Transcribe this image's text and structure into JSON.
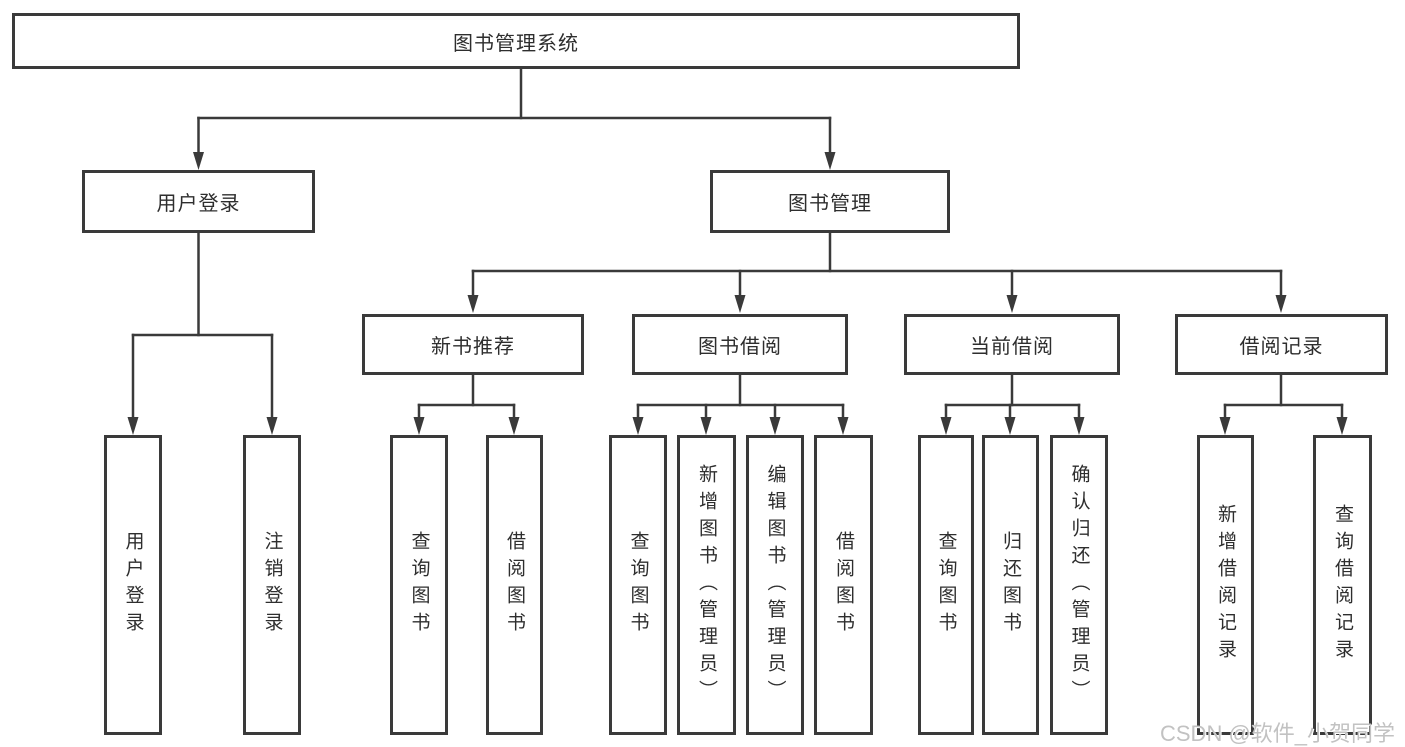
{
  "tree": {
    "label": "图书管理系统",
    "children": [
      {
        "label": "用户登录",
        "children": [
          {
            "label": "用户登录"
          },
          {
            "label": "注销登录"
          }
        ]
      },
      {
        "label": "图书管理",
        "children": [
          {
            "label": "新书推荐",
            "children": [
              {
                "label": "查询图书"
              },
              {
                "label": "借阅图书"
              }
            ]
          },
          {
            "label": "图书借阅",
            "children": [
              {
                "label": "查询图书"
              },
              {
                "label": "新增图书（管理员）"
              },
              {
                "label": "编辑图书（管理员）"
              },
              {
                "label": "借阅图书"
              }
            ]
          },
          {
            "label": "当前借阅",
            "children": [
              {
                "label": "查询图书"
              },
              {
                "label": "归还图书"
              },
              {
                "label": "确认归还（管理员）"
              }
            ]
          },
          {
            "label": "借阅记录",
            "children": [
              {
                "label": "新增借阅记录"
              },
              {
                "label": "查询借阅记录"
              }
            ]
          }
        ]
      }
    ]
  },
  "watermark": {
    "text": "CSDN @软件_小贺同学"
  },
  "colors": {
    "box_border": "#3a3a3a",
    "box_fill": "#ffffff",
    "connector_line": "#3a3a3a",
    "text": "#2e2e2e",
    "watermark": "#c2c2c2",
    "background": "#ffffff"
  }
}
